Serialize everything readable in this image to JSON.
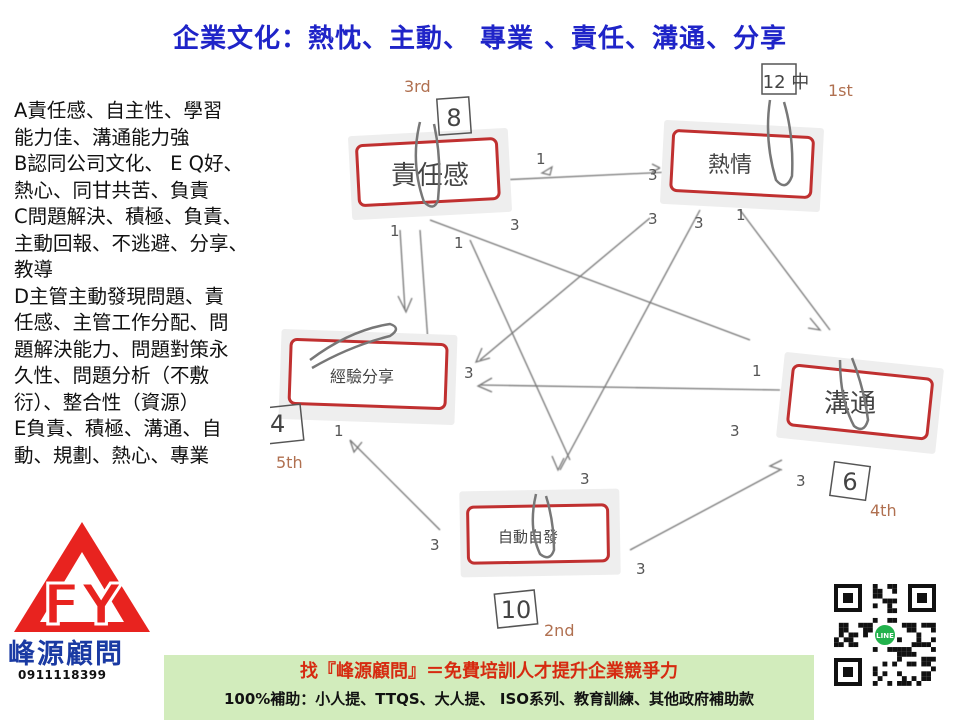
{
  "slide": {
    "title": "企業文化：熱忱、主動、 專業 、責任、溝通、分享",
    "left_text": [
      "A責任感、自主性、學習",
      "能力佳、溝通能力強",
      "B認同公司文化、 E Q好、",
      "熱心、同甘共苦、負責",
      "C問題解決、積極、負責、",
      "主動回報、不逃避、分享、",
      "教導",
      "D主管主動發現問題、責",
      "任感、主管工作分配、問",
      "題解決能力、問題對策永",
      "久性、問題分析（不敷",
      "衍）、整合性（資源）",
      "E負責、積極、溝通、自",
      "動、規劃、熱心、專業"
    ]
  },
  "diagram": {
    "cards": [
      {
        "id": "responsibility",
        "label": "責任感"
      },
      {
        "id": "passion",
        "label": "熱情"
      },
      {
        "id": "experience",
        "label": "經驗分享"
      },
      {
        "id": "communication",
        "label": "溝通"
      },
      {
        "id": "initiative",
        "label": "自動自發"
      }
    ],
    "scores": [
      "8",
      "12 中",
      "4",
      "6",
      "10"
    ],
    "ranks": [
      "3rd",
      "1st",
      "5th",
      "4th",
      "2nd"
    ],
    "edge_labels": [
      "1",
      "3",
      "1",
      "3",
      "1",
      "3",
      "1",
      "3",
      "1",
      "3",
      "3",
      "1",
      "3",
      "3",
      "3",
      "3"
    ]
  },
  "footer": {
    "line1": "找『峰源顧問』＝免費培訓人才提升企業競爭力",
    "line2": "100%補助：小人提、TTQS、大人提、 ISO系列、教育訓練、其他政府補助款"
  },
  "brand": {
    "logo_letters": "FY",
    "name": "峰源顧問",
    "phone": "0911118399",
    "qr_badge": "LINE",
    "colors": {
      "red": "#e8231f",
      "blue": "#1a3aa3",
      "title": "#1f24c8",
      "footer_bg": "#d2ecbc",
      "footer_red": "#d62a10"
    }
  }
}
